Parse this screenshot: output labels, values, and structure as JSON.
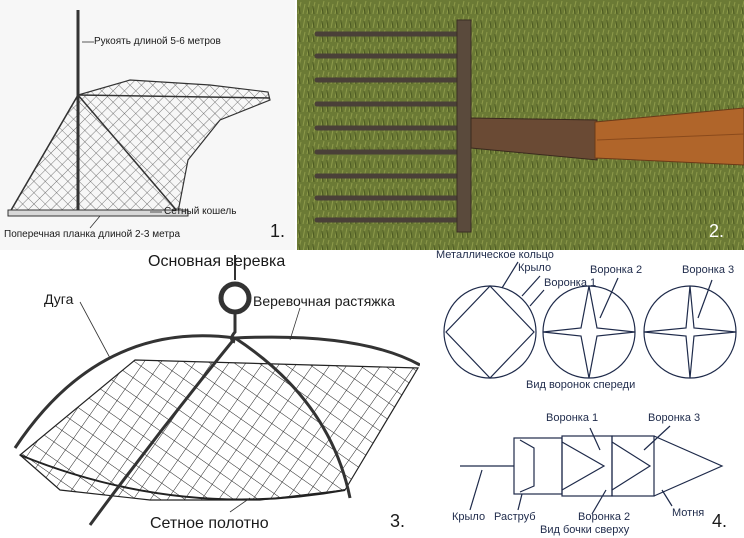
{
  "panel1": {
    "handle_label": "Рукоять длиной 5-6 метров",
    "net_bag_label": "Сетный кошель",
    "crossbar_label": "Поперечная планка длиной 2-3 метра",
    "number": "1."
  },
  "panel2": {
    "number": "2."
  },
  "panel3": {
    "main_rope_label": "Основная веревка",
    "arc_label": "Дуга",
    "rope_stretch_label": "Веревочная растяжка",
    "net_fabric_label": "Сетное полотно",
    "number": "3."
  },
  "panel4": {
    "metal_ring_label": "Металлическое кольцо",
    "wing_top_label": "Крыло",
    "funnel1_front_label": "Воронка 1",
    "funnel2_front_label": "Воронка 2",
    "funnel3_front_label": "Воронка 3",
    "front_view_label": "Вид воронок спереди",
    "funnel1_top_label": "Воронка 1",
    "funnel3_top_label": "Воронка 3",
    "wing_bottom_label": "Крыло",
    "raструб_label": "Раструб",
    "funnel2_top_label": "Воронка 2",
    "cod_end_label": "Мотня",
    "top_view_label": "Вид бочки сверху",
    "number": "4."
  }
}
